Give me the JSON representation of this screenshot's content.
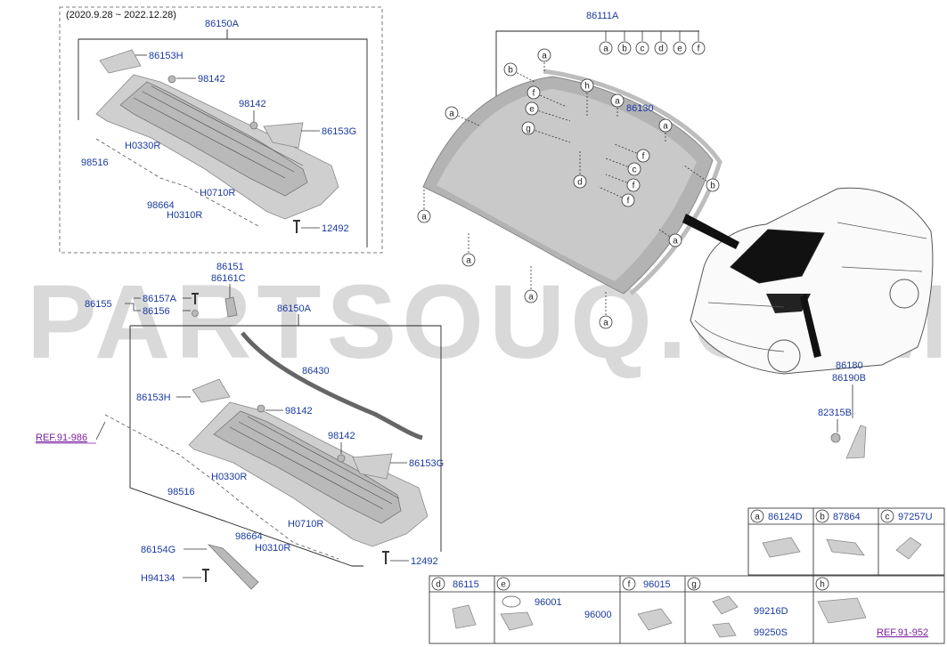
{
  "watermark": "PARTSOUQ.COM",
  "upper_inset": {
    "date_range": "(2020.9.28 ~ 2022.12.28)",
    "assembly": "86150A",
    "labels": {
      "cowl_cover_left": "86153H",
      "clip_top": "98142",
      "clip_mid": "98142",
      "cowl_cover_right": "86153G",
      "hose": "98516",
      "hose_tube_1": "H0330R",
      "nozzle": "98664",
      "hose_tube_2": "H0710R",
      "hose_tube_3": "H0310R",
      "screw": "12492"
    }
  },
  "lower_group": {
    "assembly": "86150A",
    "labels": {
      "seal": "86151",
      "seal_b": "86161C",
      "bracket": "86155",
      "bolt": "86157A",
      "nut": "86156",
      "weatherstrip": "86430",
      "cowl_cover_left": "86153H",
      "clip_1": "98142",
      "clip_2": "98142",
      "cowl_cover_right": "86153G",
      "ref": "REF.91-986",
      "hose": "98516",
      "hose_tube_1": "H0330R",
      "nozzle": "98664",
      "hose_tube_2": "H0710R",
      "hose_tube_3": "H0310R",
      "screw": "12492",
      "bracket_2": "86154G",
      "bolt_2": "H94134"
    }
  },
  "windshield": {
    "glass": "86111A",
    "glass_callouts": [
      "a",
      "b",
      "c",
      "d",
      "e",
      "f"
    ],
    "moulding": "86130",
    "pointer_letters": {
      "a": "a",
      "b": "b",
      "c": "c",
      "d": "d",
      "e": "e",
      "f": "f",
      "g": "g",
      "h": "h"
    }
  },
  "garnish": {
    "part_1": "86180",
    "part_2": "86190B",
    "clip": "82315B"
  },
  "legend": {
    "row1": [
      {
        "letter": "a",
        "part": "86124D"
      },
      {
        "letter": "b",
        "part": "87864"
      },
      {
        "letter": "c",
        "part": "97257U"
      }
    ],
    "row2": [
      {
        "letter": "d",
        "part": "86115"
      },
      {
        "letter": "e",
        "part": "",
        "sub": [
          {
            "part": "96001"
          },
          {
            "part": "96000"
          }
        ]
      },
      {
        "letter": "f",
        "part": "96015"
      },
      {
        "letter": "g",
        "part": "",
        "sub": [
          {
            "part": "99216D"
          },
          {
            "part": "99250S"
          }
        ]
      },
      {
        "letter": "h",
        "part": "",
        "ref": "REF.91-952"
      }
    ]
  }
}
